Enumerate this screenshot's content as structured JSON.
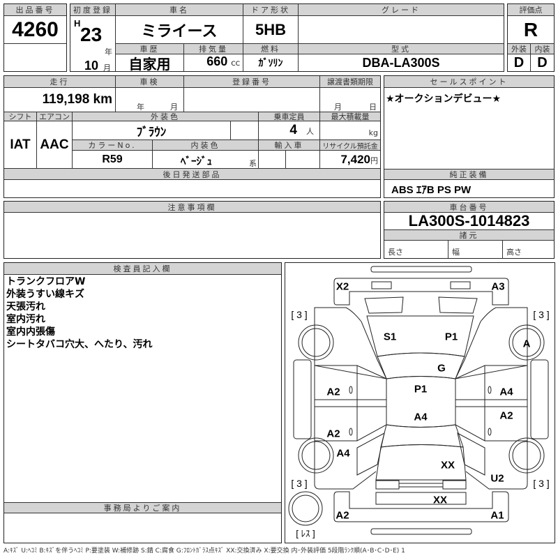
{
  "header": {
    "lot_label": "出品番号",
    "lot_number": "4260",
    "first_reg_label": "初度登録",
    "era": "H",
    "year": "23",
    "year_unit": "年",
    "month": "10",
    "month_unit": "月",
    "car_name_label": "車名",
    "car_name": "ミライース",
    "door_label": "ドア形状",
    "door": "5HB",
    "grade_label": "グレード",
    "grade": "",
    "score_label": "評価点",
    "score": "R",
    "history_label": "車歴",
    "history": "自家用",
    "displacement_label": "排気量",
    "displacement": "660",
    "displacement_unit": "CC",
    "fuel_label": "燃料",
    "fuel": "ｶﾞｿﾘﾝ",
    "model_label": "型式",
    "model": "DBA-LA300S",
    "exterior_label": "外装",
    "exterior": "D",
    "interior_label": "内装",
    "interior": "D"
  },
  "details": {
    "mileage_label": "走行",
    "mileage": "119,198 km",
    "inspection_label": "車検",
    "inspection_year_unit": "年",
    "inspection_month_unit": "月",
    "plate_label": "登録番号",
    "transfer_label": "譲渡書類期限",
    "transfer_month_unit": "月",
    "transfer_day_unit": "日",
    "shift_label": "シフト",
    "shift": "IAT",
    "ac_label": "エアコン",
    "ac": "AAC",
    "color_label": "外装色",
    "color": "ﾌﾞﾗｳﾝ",
    "capacity_label": "乗車定員",
    "capacity": "4",
    "capacity_unit": "人",
    "load_label": "最大積載量",
    "load_unit": "kg",
    "color_no_label": "カラーNo.",
    "color_no": "R59",
    "interior_color_label": "内装色",
    "interior_color": "ﾍﾞｰｼﾞｭ",
    "interior_color_suffix": "系",
    "import_label": "輸入車",
    "recycle_label": "リサイクル預託金",
    "recycle": "7,420",
    "recycle_unit": "円",
    "later_parts_label": "後日発送部品"
  },
  "sales": {
    "label": "セールスポイント",
    "text": "★オークションデビュー★"
  },
  "equipment": {
    "label": "純正装備",
    "text": "ABS ｴｱB PS PW"
  },
  "notes": {
    "label": "注意事項欄"
  },
  "chassis": {
    "label": "車台番号",
    "number": "LA300S-1014823",
    "spec_label": "諸元",
    "length": "長さ",
    "width": "幅",
    "height": "高さ"
  },
  "inspector": {
    "label": "検査員記入欄",
    "lines": [
      "トランクフロアW",
      "外装うすい線キズ",
      "天張汚れ",
      "室内汚れ",
      "室内内張傷",
      "シートタバコ穴大、へたり、汚れ"
    ]
  },
  "office": {
    "label": "事務局よりご案内"
  },
  "diagram": {
    "marks": {
      "front_left": "X2",
      "front_right": "A3",
      "tread_fl": "[ 3 ]",
      "tread_fr": "[ 3 ]",
      "hood_l": "S1",
      "hood_r": "P1",
      "wheel_fr": "A",
      "windshield": "G",
      "roof_front": "P1",
      "door_fl": "A2",
      "door_fr": "A4",
      "roof_rear": "A4",
      "door_rr": "A2",
      "door_rl": "A2",
      "quarter_l": "A4",
      "trunk": "XX",
      "quarter_r": "U2",
      "tread_rl": "[ 3 ]",
      "tread_rr": "[ 3 ]",
      "rear_panel": "XX",
      "rear_left": "A2",
      "rear_right": "A1",
      "spare": "[ ﾚｽ ]"
    }
  },
  "legend": "A:ｷｽﾞ U:ﾍｺﾐ B:ｷｽﾞを伴うﾍｺﾐ P:要塗装 W:補修跡 S:錆 C:腐食 G:ﾌﾛﾝﾄｶﾞﾗｽ点ｷｽﾞ XX:交換済み X:要交換 内･外装評価 5段階ﾗﾝｸ順(A･B･C･D･E) 1"
}
